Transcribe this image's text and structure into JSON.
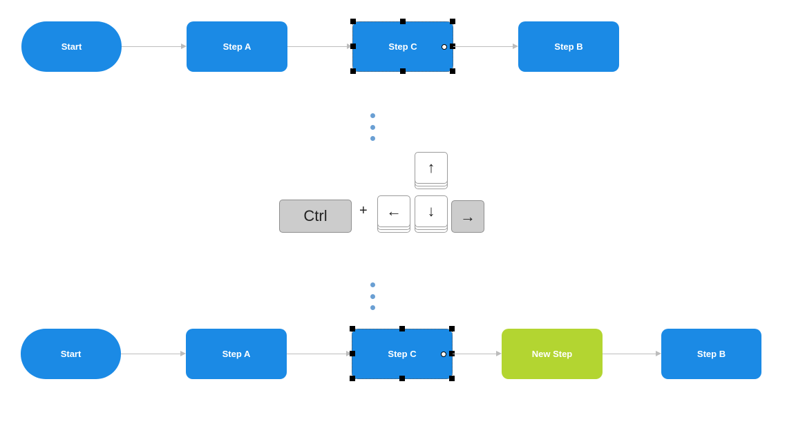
{
  "before": {
    "nodes": {
      "start": "Start",
      "step_a": "Step A",
      "step_c": "Step C",
      "step_b": "Step B"
    }
  },
  "shortcut": {
    "ctrl_label": "Ctrl",
    "plus": "+",
    "arrow_up": "↑",
    "arrow_left": "←",
    "arrow_down": "↓",
    "arrow_right": "→",
    "pressed_key": "right-arrow"
  },
  "after": {
    "nodes": {
      "start": "Start",
      "step_a": "Step A",
      "step_c": "Step C",
      "new_step": "New Step",
      "step_b": "Step B"
    }
  },
  "colors": {
    "node_fill": "#1b8ae5",
    "new_node_fill": "#b3d531",
    "connector": "#bdbdbd",
    "ellipsis_dots": "#6a9fd3",
    "pressed_key_fill": "#cccccc"
  }
}
